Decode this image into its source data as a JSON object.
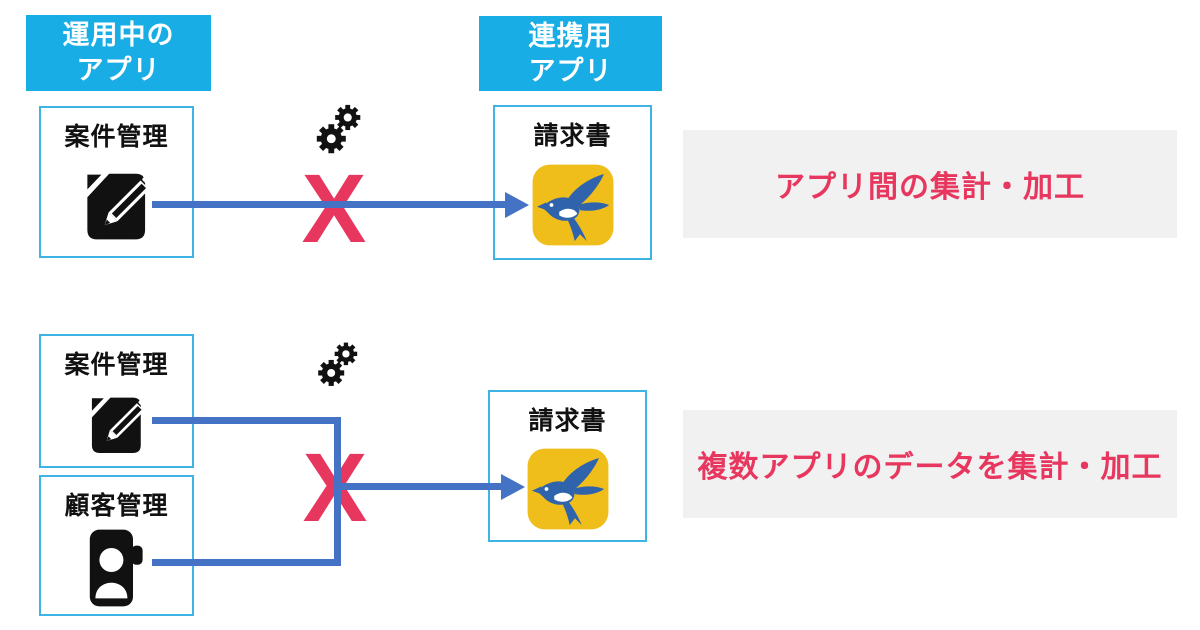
{
  "diagram": {
    "column_headers": [
      {
        "id": "operating",
        "lines": [
          "運用中の",
          "アプリ"
        ]
      },
      {
        "id": "integration",
        "lines": [
          "連携用",
          "アプリ"
        ]
      }
    ],
    "rows": [
      {
        "sources": [
          {
            "label": "案件管理",
            "icon": "document-edit-icon"
          }
        ],
        "target": {
          "label": "請求書",
          "icon": "swallow-app-icon"
        },
        "process_icon": "gears-icon",
        "blocked_mark": "X",
        "callout": "アプリ間の集計・加工"
      },
      {
        "sources": [
          {
            "label": "案件管理",
            "icon": "document-edit-icon"
          },
          {
            "label": "顧客管理",
            "icon": "contact-book-icon"
          }
        ],
        "target": {
          "label": "請求書",
          "icon": "swallow-app-icon"
        },
        "process_icon": "gears-icon",
        "blocked_mark": "X",
        "callout": "複数アプリのデータを集計・加工"
      }
    ],
    "colors": {
      "header_bg": "#19ADE5",
      "header_text": "#FFFFFF",
      "box_border": "#3FB3E3",
      "arrow_blue": "#4472C4",
      "cross_red": "#E8375F",
      "callout_text_red": "#E8375F",
      "callout_bg": "#F1F1F2",
      "app_icon_yellow": "#EFBE1B",
      "app_icon_bird_blue": "#2F64AD",
      "icon_black": "#111111"
    }
  }
}
